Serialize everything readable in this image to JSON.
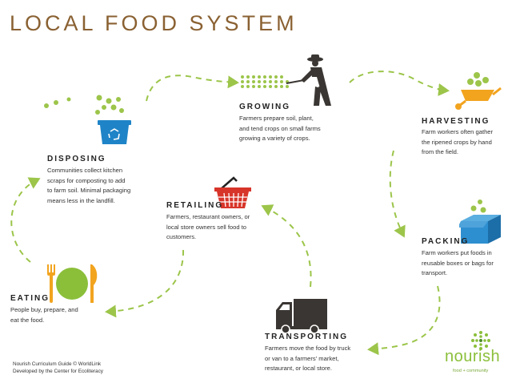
{
  "title": "LOCAL FOOD SYSTEM",
  "stages": [
    {
      "heading": "GROWING",
      "lines": [
        "Farmers prepare soil, plant,",
        "and tend crops on small farms",
        "growing a variety of crops."
      ]
    },
    {
      "heading": "HARVESTING",
      "lines": [
        "Farm workers often gather",
        "the ripened crops by hand",
        "from the field."
      ]
    },
    {
      "heading": "PACKING",
      "lines": [
        "Farm workers put foods in",
        "reusable boxes or bags for",
        "transport."
      ]
    },
    {
      "heading": "TRANSPORTING",
      "lines": [
        "Farmers move the food by truck",
        "or van to a farmers' market,",
        "restaurant, or local store."
      ]
    },
    {
      "heading": "RETAILING",
      "lines": [
        "Farmers, restaurant owners, or",
        "local store owners sell food to",
        "customers."
      ]
    },
    {
      "heading": "EATING",
      "lines": [
        "People buy, prepare, and",
        "eat the food."
      ]
    },
    {
      "heading": "DISPOSING",
      "lines": [
        "Communities collect kitchen",
        "scraps for composting to add",
        "to farm soil. Minimal packaging",
        "means less in the landfill."
      ]
    }
  ],
  "credit": {
    "line1": "Nourish Curriculum Guide © WorldLink",
    "line2": "Developed by the Center for Ecoliteracy"
  },
  "logo": {
    "word": "nourish",
    "tagline": "food + community"
  },
  "colors": {
    "title": "#8a6132",
    "accent_green": "#9cc54a",
    "bin_blue": "#1f84c7",
    "basket_red": "#d8352a",
    "wheelbarrow_orange": "#f2a41f",
    "plate_green": "#8bbf3a",
    "utensil_orange": "#f2a41f",
    "box_blue": "#2e8fd0",
    "farmer_dark": "#3a3633",
    "truck_dark": "#3a3633"
  },
  "icons": [
    "farmer-hoeing-icon",
    "wheelbarrow-icon",
    "box-icon",
    "truck-icon",
    "shopping-basket-icon",
    "plate-fork-knife-icon",
    "recycling-bin-icon",
    "nourish-logo-icon"
  ]
}
